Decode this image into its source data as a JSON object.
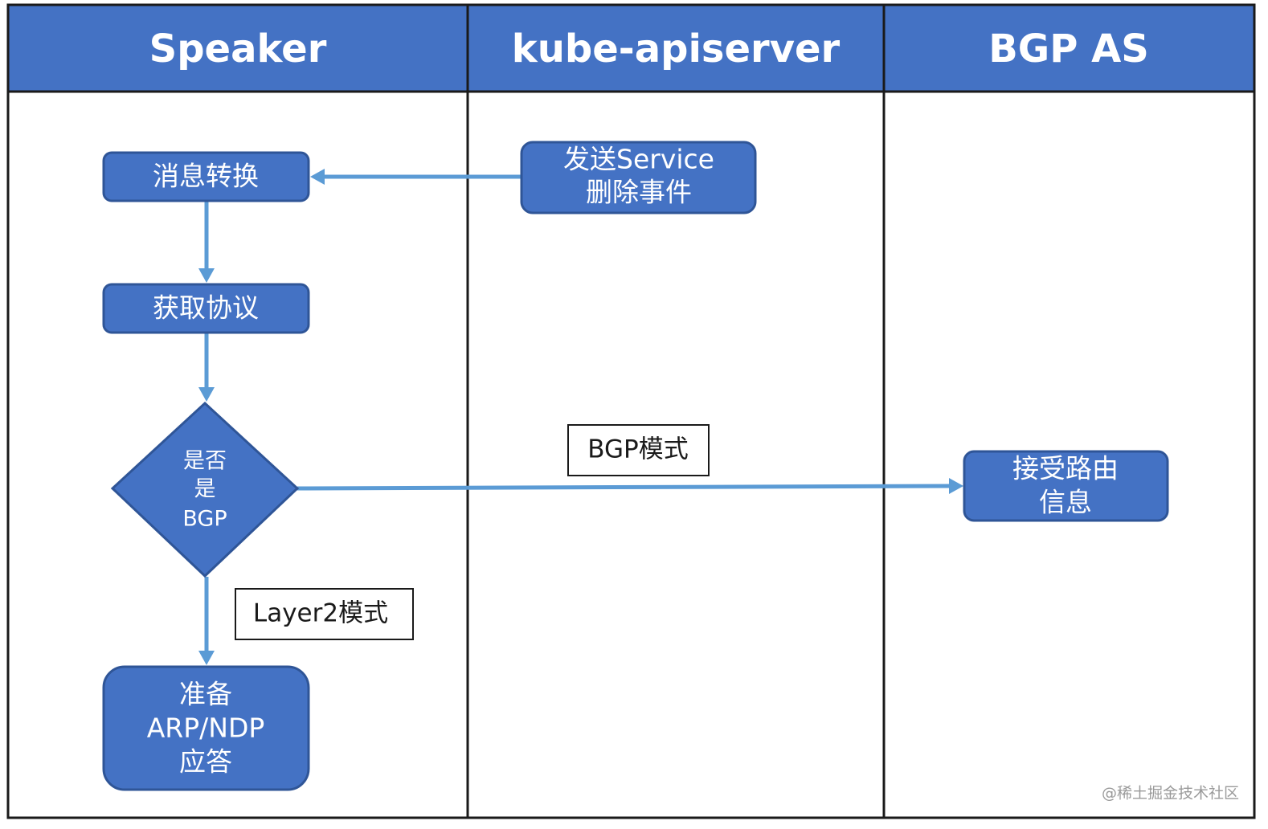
{
  "lanes": {
    "speaker": "Speaker",
    "apiserver": "kube-apiserver",
    "bgp_as": "BGP AS"
  },
  "nodes": {
    "send_event": [
      "发送Service",
      "删除事件"
    ],
    "convert": "消息转换",
    "get_protocol": "获取协议",
    "is_bgp": [
      "是否",
      "是",
      "BGP"
    ],
    "prepare_arp": [
      "准备",
      "ARP/NDP",
      "应答"
    ],
    "receive_route": [
      "接受路由",
      "信息"
    ]
  },
  "edge_labels": {
    "bgp_mode": "BGP模式",
    "layer2_mode": "Layer2模式"
  },
  "watermark": "@稀土掘金技术社区",
  "colors": {
    "header": "#4472c4",
    "node_fill": "#4472c4",
    "node_border": "#2f5597",
    "arrow": "#5b9bd5"
  }
}
